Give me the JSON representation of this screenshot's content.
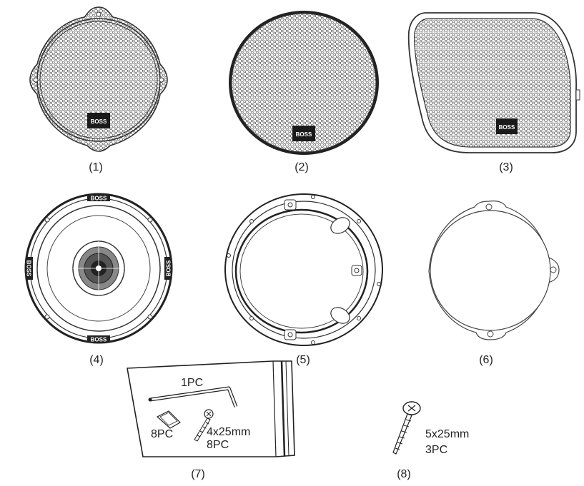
{
  "items": [
    {
      "caption": "(1)"
    },
    {
      "caption": "(2)"
    },
    {
      "caption": "(3)"
    },
    {
      "caption": "(4)"
    },
    {
      "caption": "(5)"
    },
    {
      "caption": "(6)"
    },
    {
      "caption": "(7)"
    },
    {
      "caption": "(8)"
    }
  ],
  "grille_logo": "BOSS",
  "speaker_brand": "BOSS",
  "hardware_bag": {
    "allen_key_qty": "1PC",
    "clip_qty": "8PC",
    "screw_size": "4x25mm",
    "screw_qty": "8PC"
  },
  "screws": {
    "size": "5x25mm",
    "qty": "3PC"
  }
}
